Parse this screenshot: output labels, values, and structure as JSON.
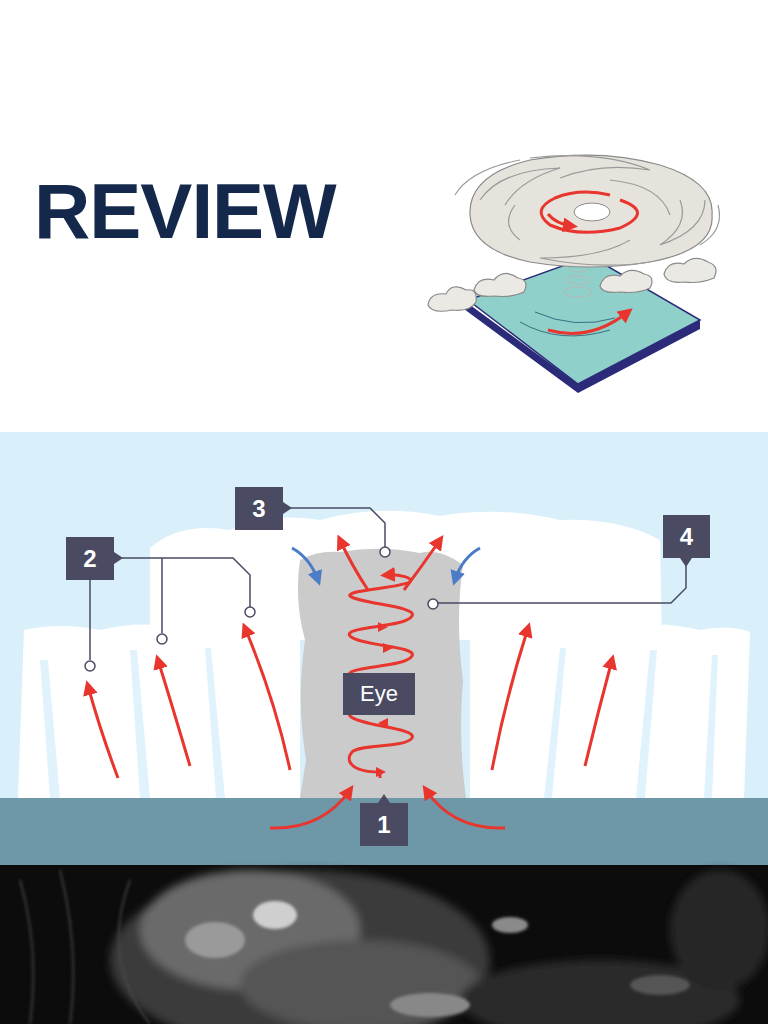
{
  "diagram": {
    "title": "REVIEW",
    "nodes": [
      {
        "text": [
          "3"
        ]
      },
      {
        "text": [
          "4"
        ]
      },
      {
        "text": [
          "2"
        ]
      },
      {
        "text": [
          "Eye"
        ]
      },
      {
        "text": [
          "1"
        ]
      }
    ]
  }
}
